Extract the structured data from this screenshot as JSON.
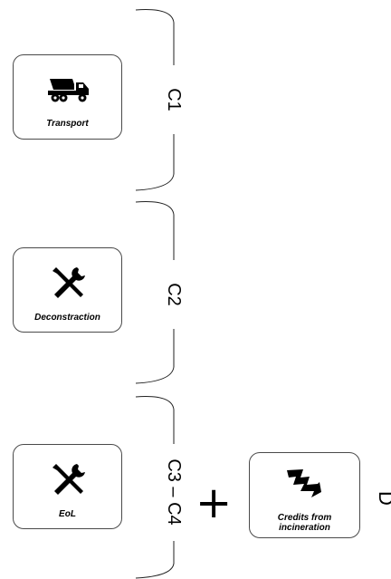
{
  "stages": [
    {
      "stage_label": "C1",
      "box_label": "Transport",
      "icon": "truck-icon"
    },
    {
      "stage_label": "C2",
      "box_label": "Deconstraction",
      "icon": "tools-icon"
    },
    {
      "stage_label": "C3 – C4",
      "box_label": "EoL",
      "icon": "tools-icon"
    }
  ],
  "operator": "+",
  "credits_box": {
    "label": "Credits from incineration",
    "icon": "lightning-icon"
  },
  "edge_glyph": "D"
}
